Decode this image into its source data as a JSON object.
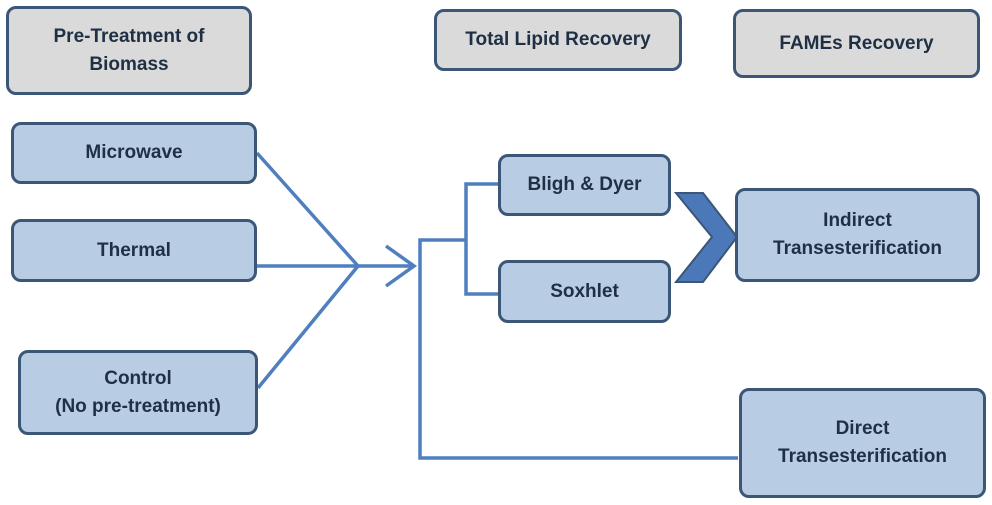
{
  "headers": {
    "pretreatment": "Pre-Treatment of\nBiomass",
    "lipid": "Total Lipid Recovery",
    "fames": "FAMEs Recovery"
  },
  "pretreatments": {
    "microwave": "Microwave",
    "thermal": "Thermal",
    "control": "Control\n(No pre-treatment)"
  },
  "extraction": {
    "bligh_dyer": "Bligh & Dyer",
    "soxhlet": "Soxhlet"
  },
  "transesterification": {
    "indirect": "Indirect\nTransesterification",
    "direct": "Direct\nTransesterification"
  },
  "colors": {
    "header_fill": "#dadada",
    "node_fill": "#b8cde3",
    "node_border": "#3b5677",
    "connector": "#4f7fbe",
    "chevron": "#4a78b8"
  }
}
